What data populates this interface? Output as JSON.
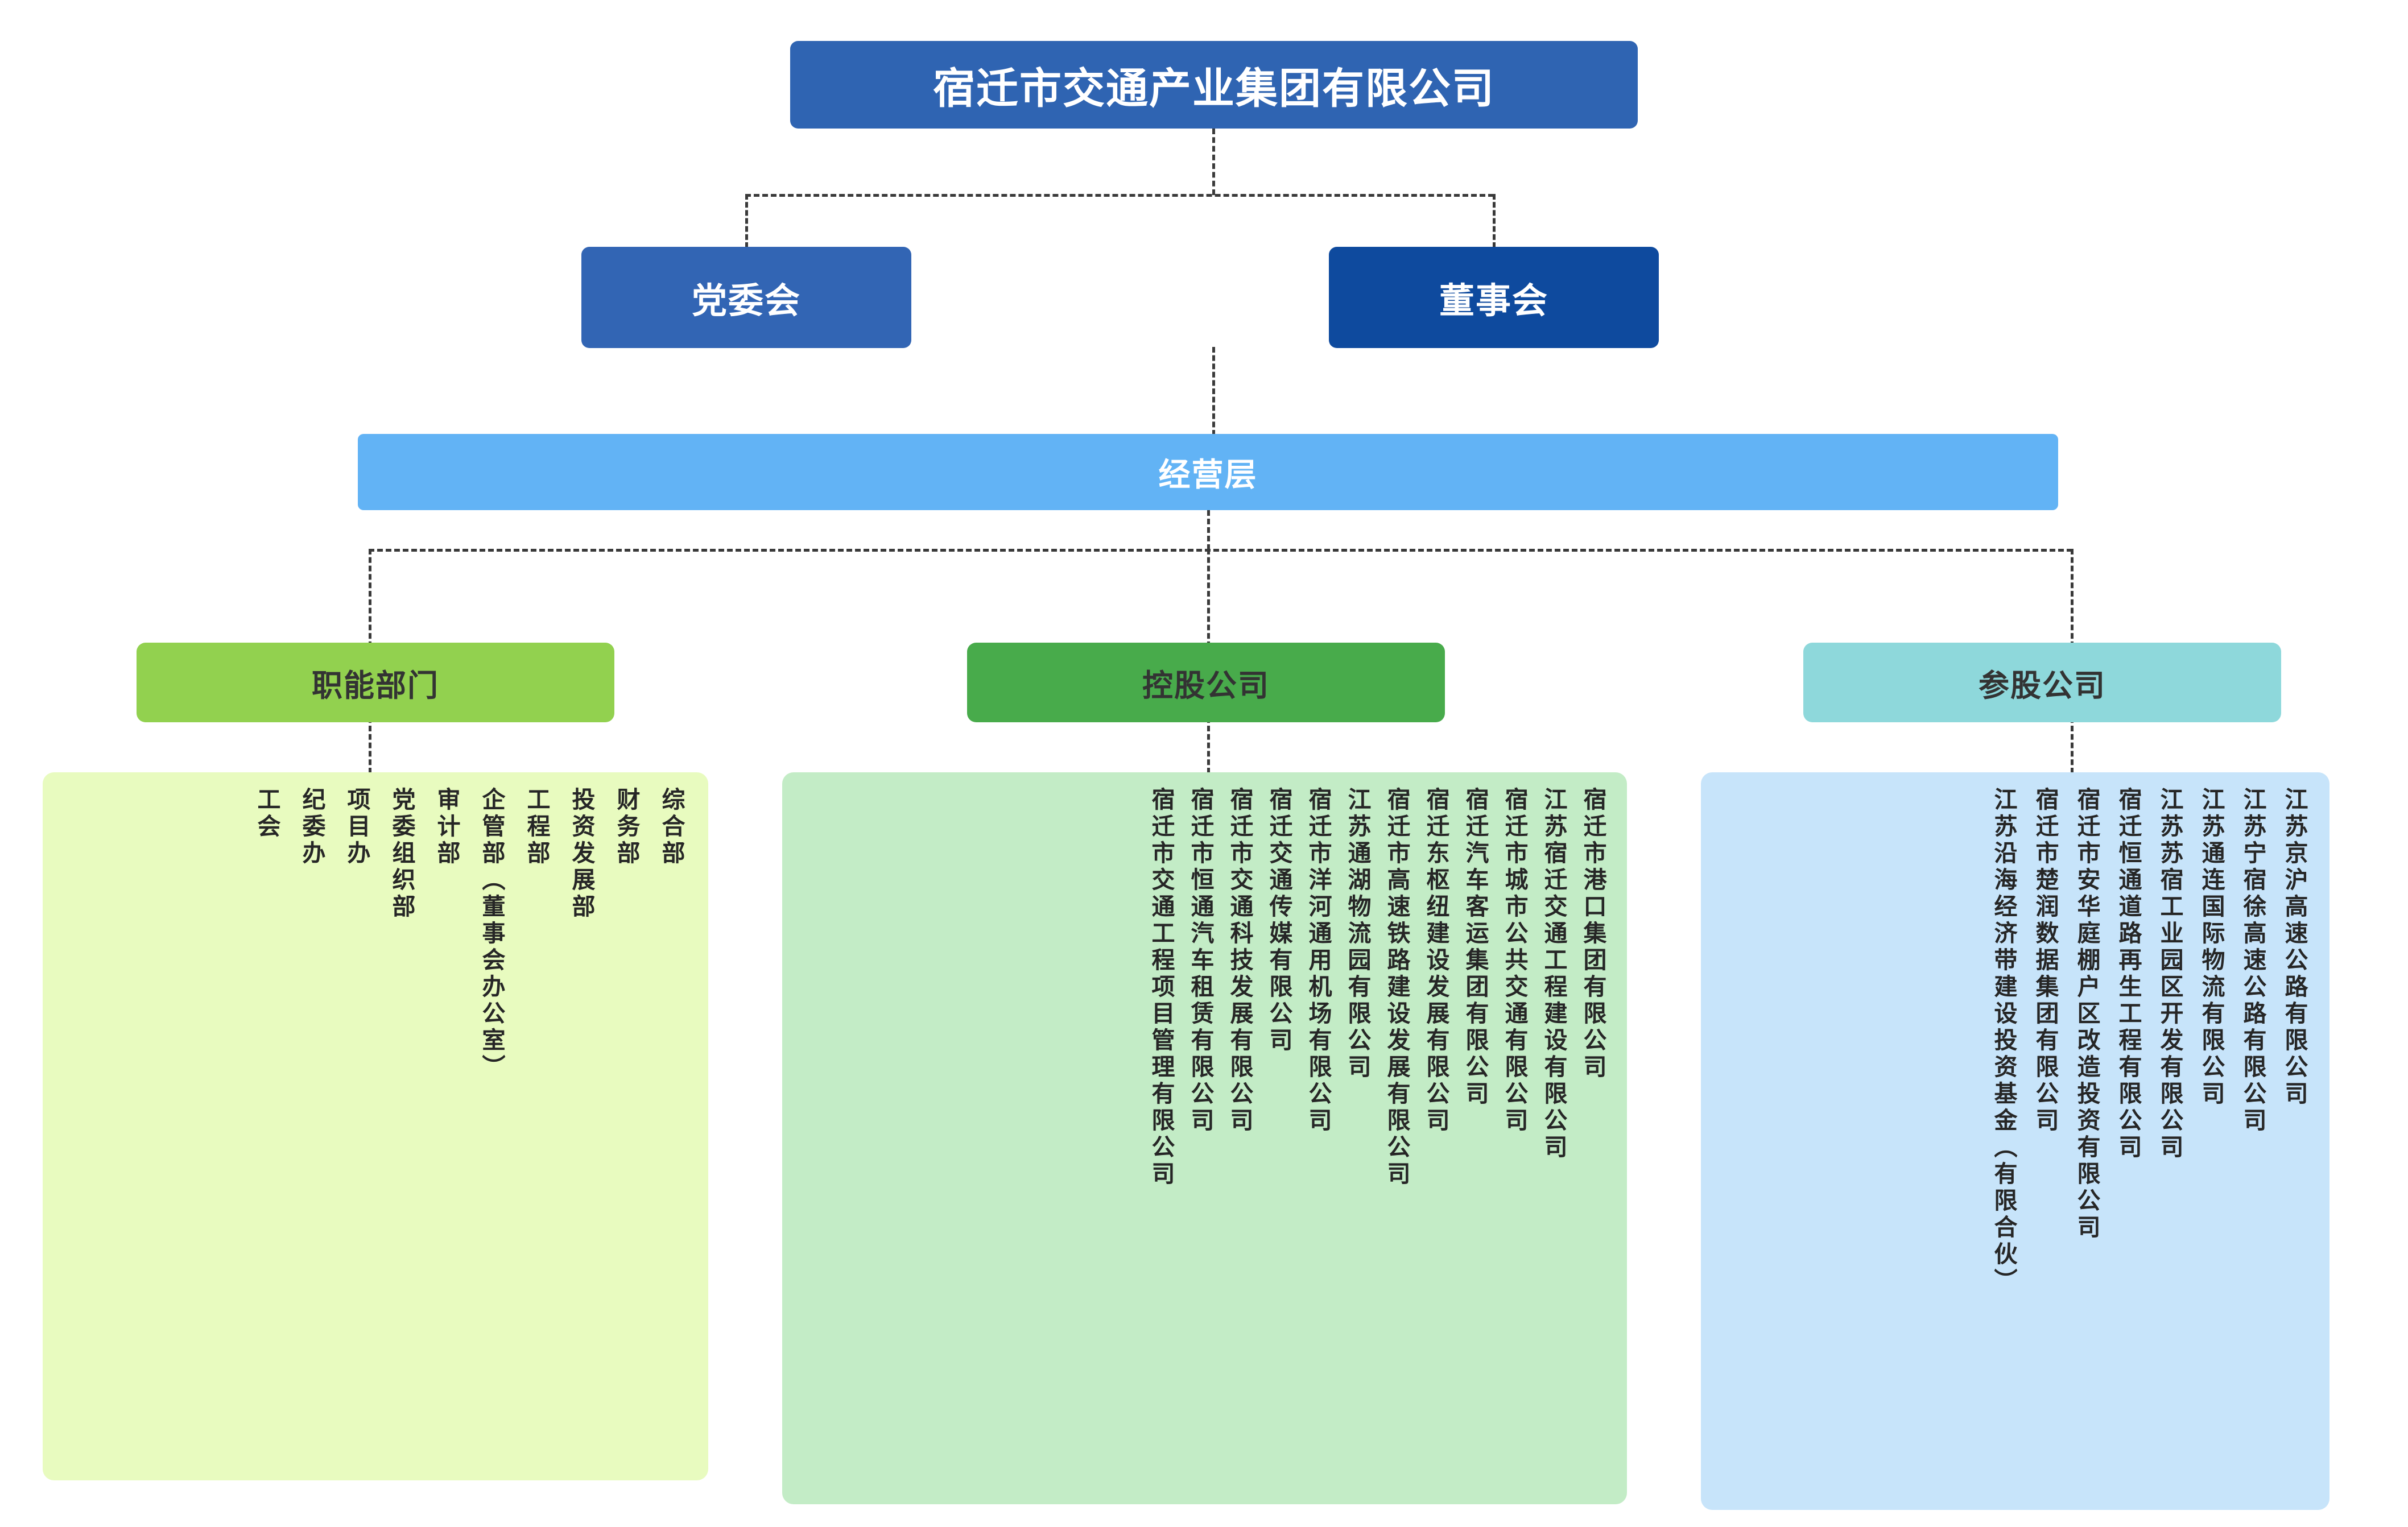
{
  "root": {
    "title": "宿迁市交通产业集团有限公司"
  },
  "level2": {
    "party_committee": "党委会",
    "board_of_directors": "董事会"
  },
  "management_layer": {
    "label": "经营层"
  },
  "categories": [
    {
      "key": "functional",
      "label": "职能部门",
      "color": "#92d14f"
    },
    {
      "key": "holding",
      "label": "控股公司",
      "color": "#48ab4b"
    },
    {
      "key": "participating",
      "label": "参股公司",
      "color": "#8ed8db"
    }
  ],
  "functional_departments": [
    "综合部",
    "财务部",
    "投资发展部",
    "工程部",
    "企管部（董事会办公室）",
    "审计部",
    "党委组织部",
    "项目办",
    "纪委办",
    "工会"
  ],
  "holding_companies": [
    "宿迁市港口集团有限公司",
    "江苏宿迁交通工程建设有限公司",
    "宿迁市城市公共交通有限公司",
    "宿迁汽车客运集团有限公司",
    "宿迁东枢纽建设发展有限公司",
    "宿迁市高速铁路建设发展有限公司",
    "江苏通湖物流园有限公司",
    "宿迁市洋河通用机场有限公司",
    "宿迁交通传媒有限公司",
    "宿迁市交通科技发展有限公司",
    "宿迁市恒通汽车租赁有限公司",
    "宿迁市交通工程项目管理有限公司"
  ],
  "participating_companies": [
    "江苏京沪高速公路有限公司",
    "江苏宁宿徐高速公路有限公司",
    "江苏通连国际物流有限公司",
    "江苏苏宿工业园区开发有限公司",
    "宿迁恒通道路再生工程有限公司",
    "宿迁市安华庭棚户区改造投资有限公司",
    "宿迁市楚润数据集团有限公司",
    "江苏沿海经济带建设投资基金（有限合伙）"
  ],
  "colors": {
    "root_box": "#2f64b2",
    "party_box": "#3265b4",
    "board_box": "#0e4a9e",
    "management_box": "#62b3f5",
    "functional_panel": "#e8fbbf",
    "holding_panel": "#c3ecc6",
    "participating_panel": "#c7e4fa",
    "connector": "#3a3a3a"
  }
}
